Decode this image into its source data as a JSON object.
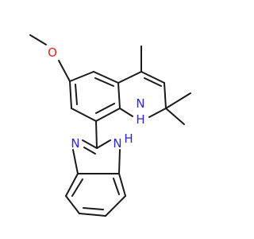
{
  "structure": {
    "atoms": {
      "methoxy_o": "O",
      "ring_nh": "N",
      "ring_nh_h": "H",
      "imidazole_n": "N",
      "imidazole_nh_h": "H"
    },
    "colors": {
      "bond": "#1a1a1a",
      "nitrogen": "#2a2ad0",
      "oxygen": "#e0241b",
      "background": "#ffffff"
    }
  }
}
